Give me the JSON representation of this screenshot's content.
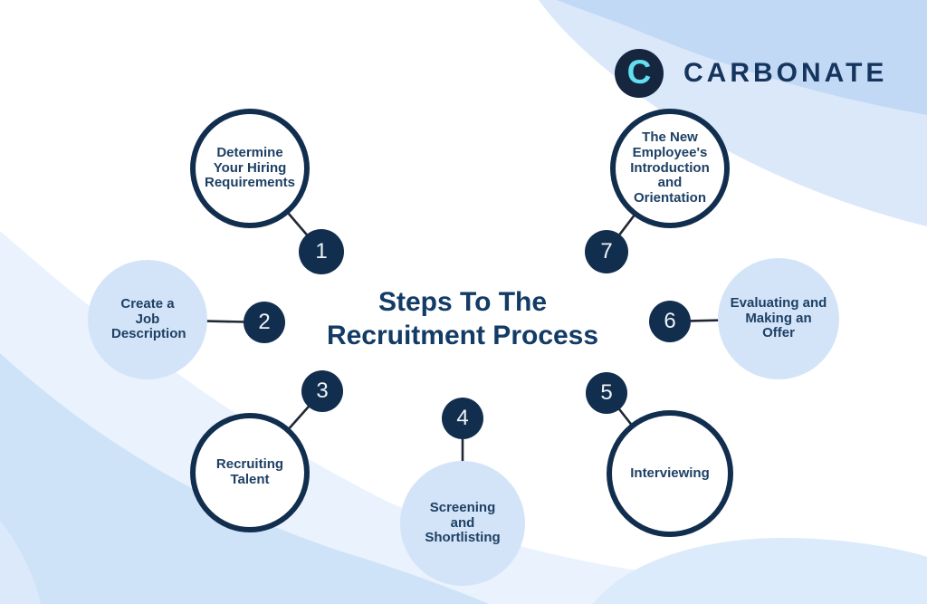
{
  "brand": {
    "name": "CARBONATE",
    "logo_letter": "C",
    "logo_bg_color": "#15263e",
    "logo_letter_color": "#63dff2",
    "wordmark_color": "#15355e"
  },
  "title": {
    "line1": "Steps To The",
    "line2": "Recruitment Process"
  },
  "steps": [
    {
      "number": "1",
      "label": "Determine Your Hiring Requirements",
      "style": "outlined"
    },
    {
      "number": "2",
      "label": "Create a Job Description",
      "style": "filled"
    },
    {
      "number": "3",
      "label": "Recruiting Talent",
      "style": "outlined"
    },
    {
      "number": "4",
      "label": "Screening and Shortlisting",
      "style": "filled"
    },
    {
      "number": "5",
      "label": "Interviewing",
      "style": "outlined"
    },
    {
      "number": "6",
      "label": "Evaluating and Making an Offer",
      "style": "filled"
    },
    {
      "number": "7",
      "label": "The New Employee's Introduction and Orientation",
      "style": "outlined"
    }
  ],
  "colors": {
    "navy": "#122e4e",
    "label_text": "#1d4064",
    "title_text": "#123b66",
    "circle_fill_light": "#d4e4f8",
    "badge_fill": "#122e4e",
    "badge_text": "#eff3f7",
    "connector": "#212833",
    "wave_top_medium": "#c1d9f5",
    "wave_top_light": "#dbe8fa",
    "wave_left_outer": "#e9f2fd",
    "wave_left_deep": "#cfe3f8",
    "background": "#ffffff"
  }
}
